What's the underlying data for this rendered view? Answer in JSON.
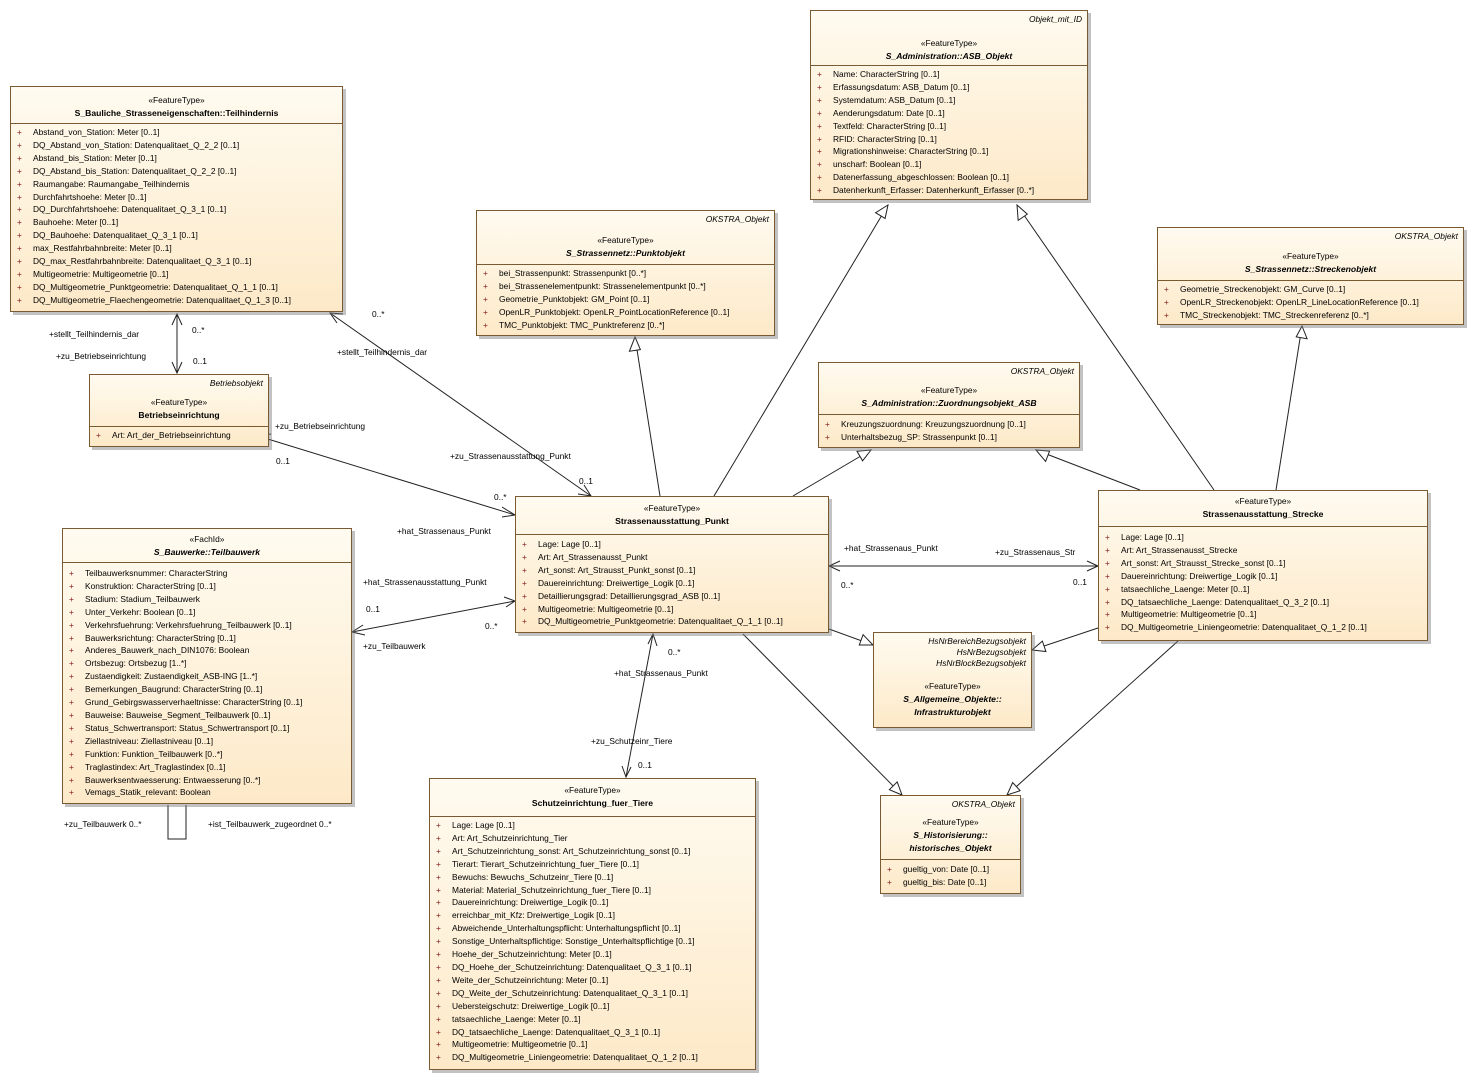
{
  "classes": {
    "asb_objekt": {
      "tag": "Objekt_mit_ID",
      "stereotype": "«FeatureType»",
      "name": "S_Administration::ASB_Objekt",
      "attrs": [
        "Name: CharacterString [0..1]",
        "Erfassungsdatum: ASB_Datum [0..1]",
        "Systemdatum: ASB_Datum [0..1]",
        "Aenderungsdatum: Date [0..1]",
        "Textfeld: CharacterString [0..1]",
        "RFID: CharacterString [0..1]",
        "Migrationshinweise: CharacterString [0..1]",
        "unscharf: Boolean [0..1]",
        "Datenerfassung_abgeschlossen: Boolean [0..1]",
        "Datenherkunft_Erfasser: Datenherkunft_Erfasser [0..*]"
      ]
    },
    "teilhindernis": {
      "stereotype": "«FeatureType»",
      "name": "S_Bauliche_Strasseneigenschaften::Teilhindernis",
      "attrs": [
        "Abstand_von_Station: Meter [0..1]",
        "DQ_Abstand_von_Station: Datenqualitaet_Q_2_2 [0..1]",
        "Abstand_bis_Station: Meter [0..1]",
        "DQ_Abstand_bis_Station: Datenqualitaet_Q_2_2 [0..1]",
        "Raumangabe: Raumangabe_Teilhindernis",
        "Durchfahrtshoehe: Meter [0..1]",
        "DQ_Durchfahrtshoehe: Datenqualitaet_Q_3_1 [0..1]",
        "Bauhoehe: Meter [0..1]",
        "DQ_Bauhoehe: Datenqualitaet_Q_3_1 [0..1]",
        "max_Restfahrbahnbreite: Meter [0..1]",
        "DQ_max_Restfahrbahnbreite: Datenqualitaet_Q_3_1 [0..1]",
        "Multigeometrie: Multigeometrie [0..1]",
        "DQ_Multigeometrie_Punktgeometrie: Datenqualitaet_Q_1_1 [0..1]",
        "DQ_Multigeometrie_Flaechengeometrie: Datenqualitaet_Q_1_3 [0..1]"
      ]
    },
    "punktobjekt": {
      "tag": "OKSTRA_Objekt",
      "stereotype": "«FeatureType»",
      "name": "S_Strassennetz::Punktobjekt",
      "attrs": [
        "bei_Strassenpunkt: Strassenpunkt [0..*]",
        "bei_Strassenelementpunkt: Strassenelementpunkt [0..*]",
        "Geometrie_Punktobjekt: GM_Point [0..1]",
        "OpenLR_Punktobjekt: OpenLR_PointLocationReference [0..1]",
        "TMC_Punktobjekt: TMC_Punktreferenz [0..*]"
      ]
    },
    "streckenobjekt": {
      "tag": "OKSTRA_Objekt",
      "stereotype": "«FeatureType»",
      "name": "S_Strassennetz::Streckenobjekt",
      "attrs": [
        "Geometrie_Streckenobjekt: GM_Curve [0..1]",
        "OpenLR_Streckenobjekt: OpenLR_LineLocationReference [0..1]",
        "TMC_Streckenobjekt: TMC_Streckenreferenz [0..*]"
      ]
    },
    "betriebseinrichtung": {
      "tag": "Betriebsobjekt",
      "stereotype": "«FeatureType»",
      "name": "Betriebseinrichtung",
      "attrs": [
        "Art: Art_der_Betriebseinrichtung"
      ]
    },
    "zuordnungsobjekt": {
      "tag": "OKSTRA_Objekt",
      "stereotype": "«FeatureType»",
      "name": "S_Administration::Zuordnungsobjekt_ASB",
      "attrs": [
        "Kreuzungszuordnung: Kreuzungszuordnung [0..1]",
        "Unterhaltsbezug_SP: Strassenpunkt [0..1]"
      ]
    },
    "teilbauwerk": {
      "stereotype": "«FachId»",
      "name": "S_Bauwerke::Teilbauwerk",
      "attrs": [
        "Teilbauwerksnummer: CharacterString",
        "Konstruktion: CharacterString [0..1]",
        "Stadium: Stadium_Teilbauwerk",
        "Unter_Verkehr: Boolean [0..1]",
        "Verkehrsfuehrung: Verkehrsfuehrung_Teilbauwerk [0..1]",
        "Bauwerksrichtung: CharacterString [0..1]",
        "Anderes_Bauwerk_nach_DIN1076: Boolean",
        "Ortsbezug: Ortsbezug [1..*]",
        "Zustaendigkeit: Zustaendigkeit_ASB-ING [1..*]",
        "Bemerkungen_Baugrund: CharacterString [0..1]",
        "Grund_Gebirgswasserverhaeltnisse: CharacterString [0..1]",
        "Bauweise: Bauweise_Segment_Teilbauwerk [0..1]",
        "Status_Schwertransport: Status_Schwertransport [0..1]",
        "Ziellastniveau: Ziellastniveau [0..1]",
        "Funktion: Funktion_Teilbauwerk [0..*]",
        "Traglastindex: Art_Traglastindex [0..1]",
        "Bauwerksentwaesserung: Entwaesserung [0..*]",
        "Vemags_Statik_relevant: Boolean"
      ]
    },
    "sa_punkt": {
      "stereotype": "«FeatureType»",
      "name": "Strassenausstattung_Punkt",
      "attrs": [
        "Lage: Lage [0..1]",
        "Art: Art_Strassenausst_Punkt",
        "Art_sonst: Art_Strausst_Punkt_sonst [0..1]",
        "Dauereinrichtung: Dreiwertige_Logik [0..1]",
        "Detaillierungsgrad: Detaillierungsgrad_ASB [0..1]",
        "Multigeometrie: Multigeometrie [0..1]",
        "DQ_Multigeometrie_Punktgeometrie: Datenqualitaet_Q_1_1 [0..1]"
      ]
    },
    "sa_strecke": {
      "stereotype": "«FeatureType»",
      "name": "Strassenausstattung_Strecke",
      "attrs": [
        "Lage: Lage [0..1]",
        "Art: Art_Strassenausst_Strecke",
        "Art_sonst: Art_Strausst_Strecke_sonst [0..1]",
        "Dauereinrichtung: Dreiwertige_Logik [0..1]",
        "tatsaechliche_Laenge: Meter [0..1]",
        "DQ_tatsaechliche_Laenge: Datenqualitaet_Q_3_2 [0..1]",
        "Multigeometrie: Multigeometrie [0..1]",
        "DQ_Multigeometrie_Liniengeometrie: Datenqualitaet_Q_1_2 [0..1]"
      ]
    },
    "infrastruktur": {
      "tag": "HsNrBereichBezugsobjekt\nHsNrBezugsobjekt\nHsNrBlockBezugsobjekt",
      "stereotype": "«FeatureType»",
      "name": "S_Allgemeine_Objekte::\nInfrastrukturobjekt",
      "attrs": []
    },
    "historisches": {
      "tag": "OKSTRA_Objekt",
      "stereotype": "«FeatureType»",
      "name": "S_Historisierung::\nhistorisches_Objekt",
      "attrs": [
        "gueltig_von: Date [0..1]",
        "gueltig_bis: Date [0..1]"
      ]
    },
    "schutz": {
      "stereotype": "«FeatureType»",
      "name": "Schutzeinrichtung_fuer_Tiere",
      "attrs": [
        "Lage: Lage [0..1]",
        "Art: Art_Schutzeinrichtung_Tier",
        "Art_Schutzeinrichtung_sonst: Art_Schutzeinrichtung_sonst [0..1]",
        "Tierart: Tierart_Schutzeinrichtung_fuer_Tiere [0..1]",
        "Bewuchs: Bewuchs_Schutzeinr_Tiere [0..1]",
        "Material: Material_Schutzeinrichtung_fuer_Tiere [0..1]",
        "Dauereinrichtung: Dreiwertige_Logik [0..1]",
        "erreichbar_mit_Kfz: Dreiwertige_Logik [0..1]",
        "Abweichende_Unterhaltungspflicht: Unterhaltungspflicht [0..1]",
        "Sonstige_Unterhaltspflichtige: Sonstige_Unterhaltspflichtige [0..1]",
        "Hoehe_der_Schutzeinrichtung: Meter [0..1]",
        "DQ_Hoehe_der_Schutzeinrichtung: Datenqualitaet_Q_3_1 [0..1]",
        "Weite_der_Schutzeinrichtung: Meter [0..1]",
        "DQ_Weite_der_Schutzeinrichtung: Datenqualitaet_Q_3_1 [0..1]",
        "Uebersteigschutz: Dreiwertige_Logik [0..1]",
        "tatsaechliche_Laenge: Meter [0..1]",
        "DQ_tatsaechliche_Laenge: Datenqualitaet_Q_3_1 [0..1]",
        "Multigeometrie: Multigeometrie [0..1]",
        "DQ_Multigeometrie_Liniengeometrie: Datenqualitaet_Q_1_2 [0..1]"
      ]
    }
  },
  "labels": {
    "stellt_teilhindernis_dar_1": "+stellt_Teilhindernis_dar",
    "mult_0n_1": "0..*",
    "zu_betriebseinrichtung_1": "+zu_Betriebseinrichtung",
    "mult_01_1": "0..1",
    "mult_0n_2": "0..*",
    "stellt_teilhindernis_dar_2": "+stellt_Teilhindernis_dar",
    "zu_betriebseinrichtung_2": "+zu_Betriebseinrichtung",
    "mult_01_2": "0..1",
    "zu_strassenausstattung_punkt_1": "+zu_Strassenausstattung_Punkt",
    "mult_01_3": "0..1",
    "mult_0n_3": "0..*",
    "hat_strassenaus_punkt_1": "+hat_Strassenaus_Punkt",
    "hat_strassenausstattung_punkt": "+hat_Strassenausstattung_Punkt",
    "mult_01_4": "0..1",
    "mult_0n_4": "0..*",
    "zu_teilbauwerk": "+zu_Teilbauwerk",
    "hat_strassenaus_punkt_2": "+hat_Strassenaus_Punkt",
    "zu_strassenaus_str": "+zu_Strassenaus_Str",
    "mult_0n_5": "0..*",
    "mult_01_5": "0..1",
    "mult_0n_6": "0..*",
    "hat_strassenaus_punkt_3": "+hat_Strassenaus_Punkt",
    "zu_schutzeinr_tiere": "+zu_Schutzeinr_Tiere",
    "mult_01_6": "0..1",
    "zu_teilbauwerk_self": "+zu_Teilbauwerk 0..*",
    "ist_teilbauwerk_zugeordnet": "+ist_Teilbauwerk_zugeordnet 0..*"
  },
  "colors": {
    "fill_top": "#fffbf0",
    "fill_bottom": "#fde9c8",
    "border": "#7a5a32",
    "attr_plus": "#8b1a1a"
  }
}
